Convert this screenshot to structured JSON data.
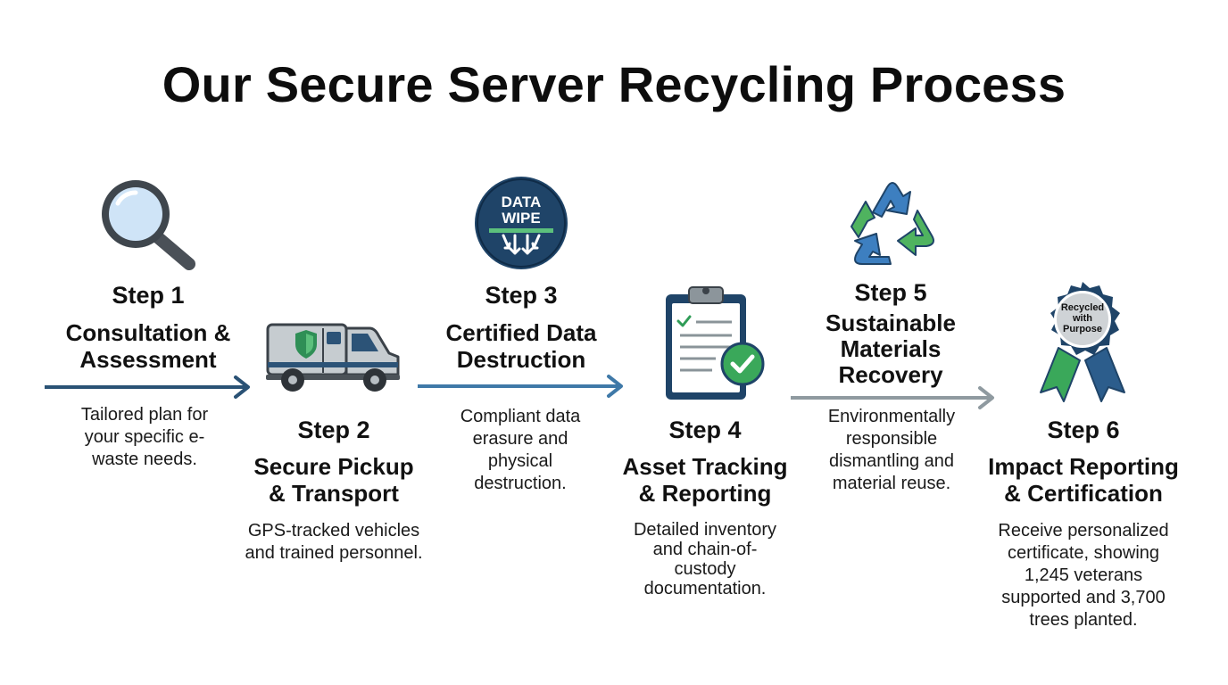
{
  "title": "Our Secure Server Recycling Process",
  "colors": {
    "navy": "#1e3f5f",
    "blue": "#3d7fc0",
    "green": "#3aa85a",
    "gray": "#8a9499",
    "arrow_dark": "#2a5275",
    "arrow_light": "#8f9aa0"
  },
  "steps": [
    {
      "number": "Step 1",
      "name_lines": [
        "Consultation &",
        "Assessment"
      ],
      "description": "Tailored plan for your specific e-waste needs.",
      "icon": "magnifying-glass-icon"
    },
    {
      "number": "Step 2",
      "name_lines": [
        "Secure Pickup",
        "& Transport"
      ],
      "description": "GPS-tracked vehicles and trained personnel.",
      "icon": "armored-truck-icon"
    },
    {
      "number": "Step 3",
      "name_lines": [
        "Certified Data",
        "Destruction"
      ],
      "description": "Compliant data erasure and physical destruction.",
      "icon": "data-wipe-icon",
      "icon_text": [
        "DATA",
        "WIPE"
      ]
    },
    {
      "number": "Step 4",
      "name_lines": [
        "Asset Tracking",
        "& Reporting"
      ],
      "description": "Detailed inventory and chain-of-custody documentation.",
      "icon": "clipboard-check-icon"
    },
    {
      "number": "Step 5",
      "name_lines": [
        "Sustainable",
        "Materials",
        "Recovery"
      ],
      "description": "Environmentally responsible dismantling and material reuse.",
      "icon": "recycle-icon"
    },
    {
      "number": "Step 6",
      "name_lines": [
        "Impact Reporting",
        "& Certification"
      ],
      "description": "Receive personalized certificate, showing 1,245 veterans supported and 3,700 trees planted.",
      "icon": "award-ribbon-icon",
      "icon_text": [
        "Recycled",
        "with",
        "Purpose"
      ]
    }
  ]
}
